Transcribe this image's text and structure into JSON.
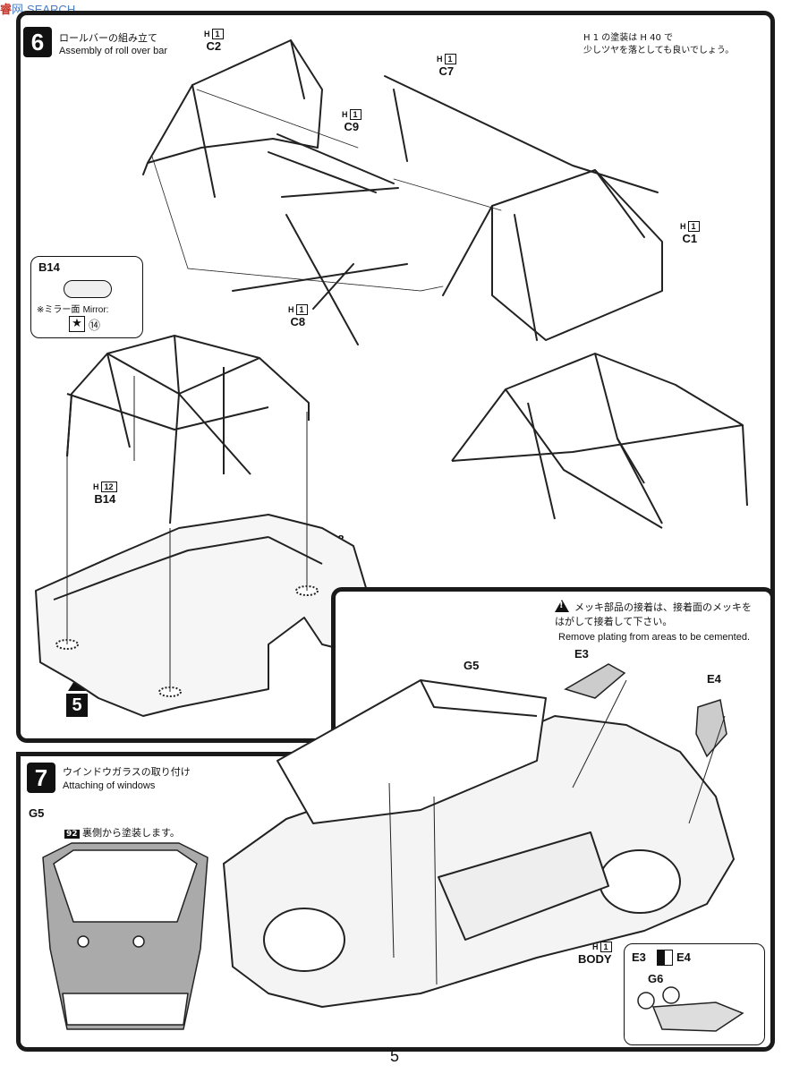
{
  "watermark": {
    "left": "睿",
    "mid": "网",
    "right": "SEARCH"
  },
  "step6": {
    "number": "6",
    "title_jp": "ロールバーの組み立て",
    "title_en": "Assembly of roll over bar",
    "paint_note_line1": "H 1 の塗装は H 40 で",
    "paint_note_line2": "少しツヤを落としても良いでしょう。",
    "parts": {
      "c2": {
        "h": "H",
        "code": "1",
        "label": "C2"
      },
      "c7": {
        "h": "H",
        "code": "1",
        "label": "C7"
      },
      "c9": {
        "h": "H",
        "code": "1",
        "label": "C9"
      },
      "c1": {
        "h": "H",
        "code": "1",
        "label": "C1"
      },
      "c8": {
        "h": "H",
        "code": "1",
        "label": "C8"
      },
      "b14": {
        "h": "H",
        "code": "12",
        "label": "B14"
      },
      "c8b": {
        "label": "C8"
      }
    },
    "b14_box": {
      "title": "B14",
      "mirror_jp": "※ミラー面",
      "mirror_en": "Mirror:",
      "mirror_num": "⑭"
    },
    "ref_step": "5"
  },
  "step7": {
    "number": "7",
    "title_jp": "ウインドウガラスの取り付け",
    "title_en": "Attaching of windows",
    "warning_jp_line1": "メッキ部品の接着は、接着面のメッキを",
    "warning_jp_line2": "はがして接着して下さい。",
    "warning_en": "Remove plating from areas to be cemented.",
    "g5_label": "G5",
    "g5_paint_code": "92",
    "g5_paint_note": "裏側から塗装します。",
    "g5_top": "G5",
    "e3": "E3",
    "e4": "E4",
    "body": {
      "h": "H",
      "code": "1",
      "label": "BODY"
    },
    "inset": {
      "e3": "E3",
      "e4": "E4",
      "g6": "G6"
    }
  },
  "page_number": "5"
}
